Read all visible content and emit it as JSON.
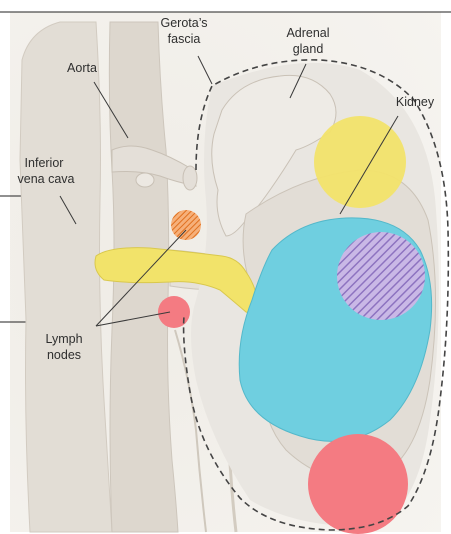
{
  "labels": {
    "gerota_line1": "Gerota’s",
    "gerota_line2": "fascia",
    "adrenal_line1": "Adrenal",
    "adrenal_line2": "gland",
    "aorta": "Aorta",
    "kidney": "Kidney",
    "ivc_line1": "Inferior",
    "ivc_line2": "vena cava",
    "lymph_line1": "Lymph",
    "lymph_line2": "nodes"
  },
  "colors": {
    "background": "#f3f0ea",
    "vessel": "#e4dfd8",
    "vessel_outline": "#cdc6bc",
    "fascia_fill": "#e9e6e1",
    "adrenal": "#ece9e4",
    "yellow": "#f2e36a",
    "blue": "#6fcfe0",
    "purple_hatch": "#9b86c8",
    "red": "#f47b82",
    "orange": "#f08a3a",
    "dashed_line": "#444444"
  }
}
